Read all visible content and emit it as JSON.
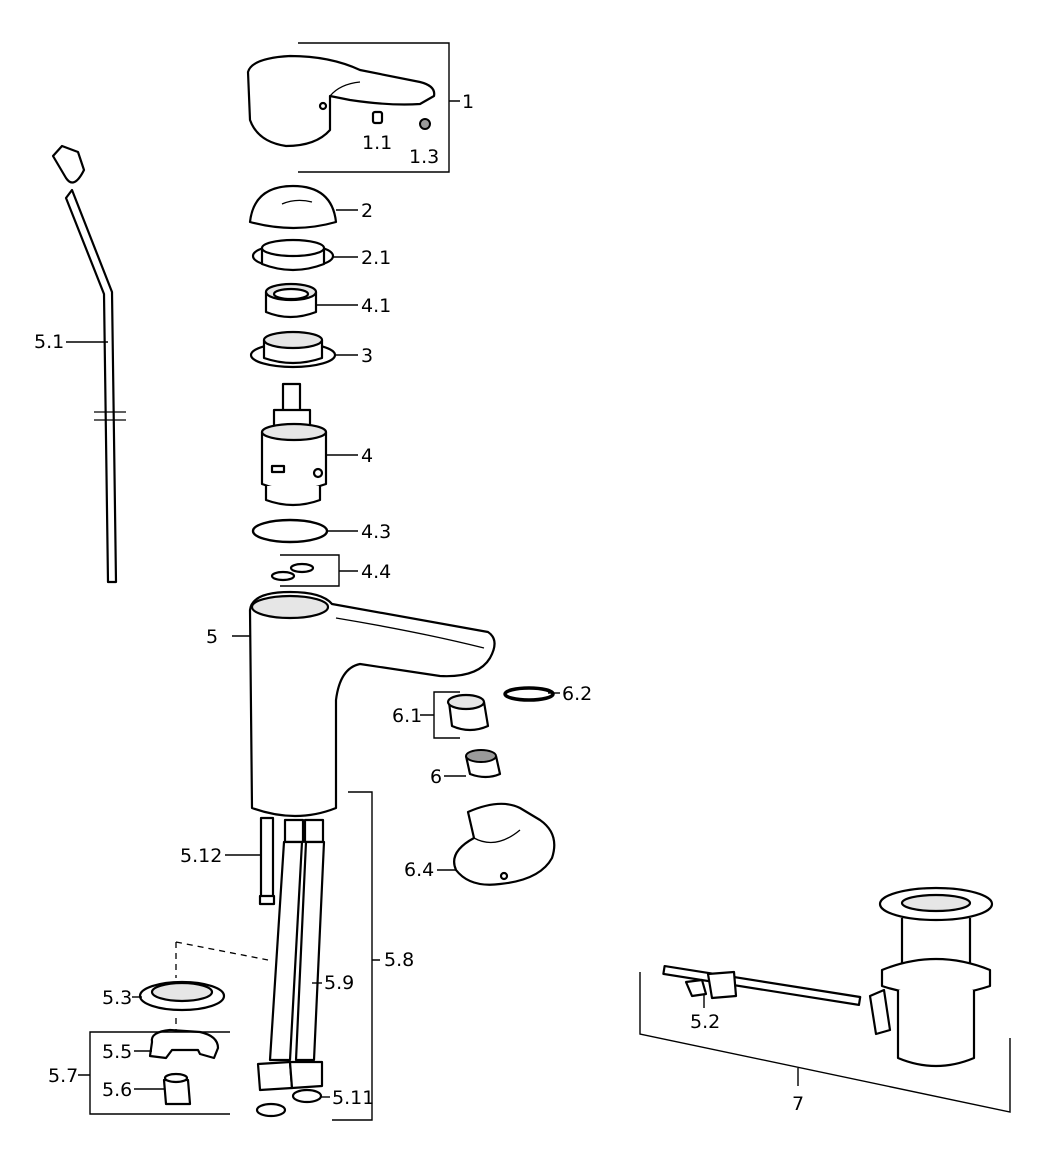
{
  "labels": {
    "p1": "1",
    "p1_1": "1.1",
    "p1_3": "1.3",
    "p2": "2",
    "p2_1": "2.1",
    "p4_1": "4.1",
    "p3": "3",
    "p4": "4",
    "p4_3": "4.3",
    "p4_4": "4.4",
    "p5": "5",
    "p5_1": "5.1",
    "p6_1": "6.1",
    "p6_2": "6.2",
    "p6": "6",
    "p6_4": "6.4",
    "p5_12": "5.12",
    "p5_8": "5.8",
    "p5_9": "5.9",
    "p5_3": "5.3",
    "p5_5": "5.5",
    "p5_7": "5.7",
    "p5_6": "5.6",
    "p5_11": "5.11",
    "p5_2": "5.2",
    "p7": "7"
  }
}
